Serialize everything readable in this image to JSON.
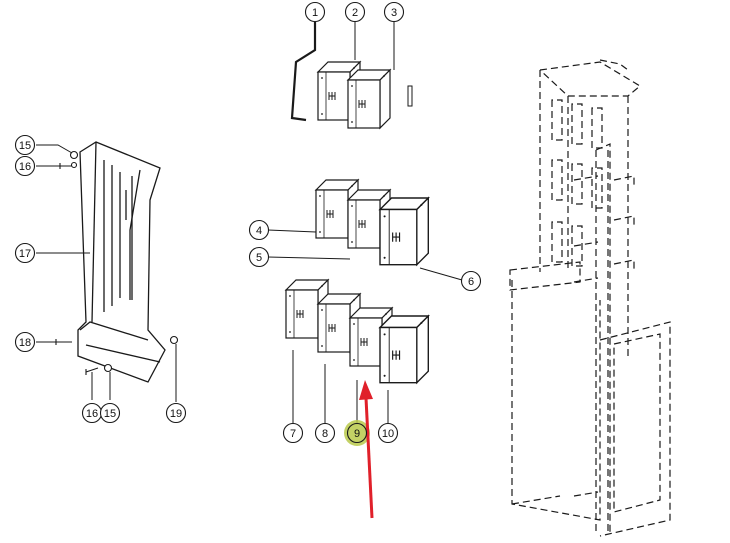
{
  "callouts": [
    {
      "id": "c1",
      "label": "1"
    },
    {
      "id": "c2",
      "label": "2"
    },
    {
      "id": "c3",
      "label": "3"
    },
    {
      "id": "c4",
      "label": "4"
    },
    {
      "id": "c5",
      "label": "5"
    },
    {
      "id": "c6",
      "label": "6"
    },
    {
      "id": "c7",
      "label": "7"
    },
    {
      "id": "c8",
      "label": "8"
    },
    {
      "id": "c9",
      "label": "9"
    },
    {
      "id": "c10",
      "label": "10"
    },
    {
      "id": "c15a",
      "label": "15"
    },
    {
      "id": "c16a",
      "label": "16"
    },
    {
      "id": "c17",
      "label": "17"
    },
    {
      "id": "c18",
      "label": "18"
    },
    {
      "id": "c16b",
      "label": "16"
    },
    {
      "id": "c15b",
      "label": "15"
    },
    {
      "id": "c19",
      "label": "19"
    }
  ],
  "colors": {
    "line": "#1a1a1a",
    "highlight": "#b9c94a",
    "arrow": "#e0202a"
  }
}
